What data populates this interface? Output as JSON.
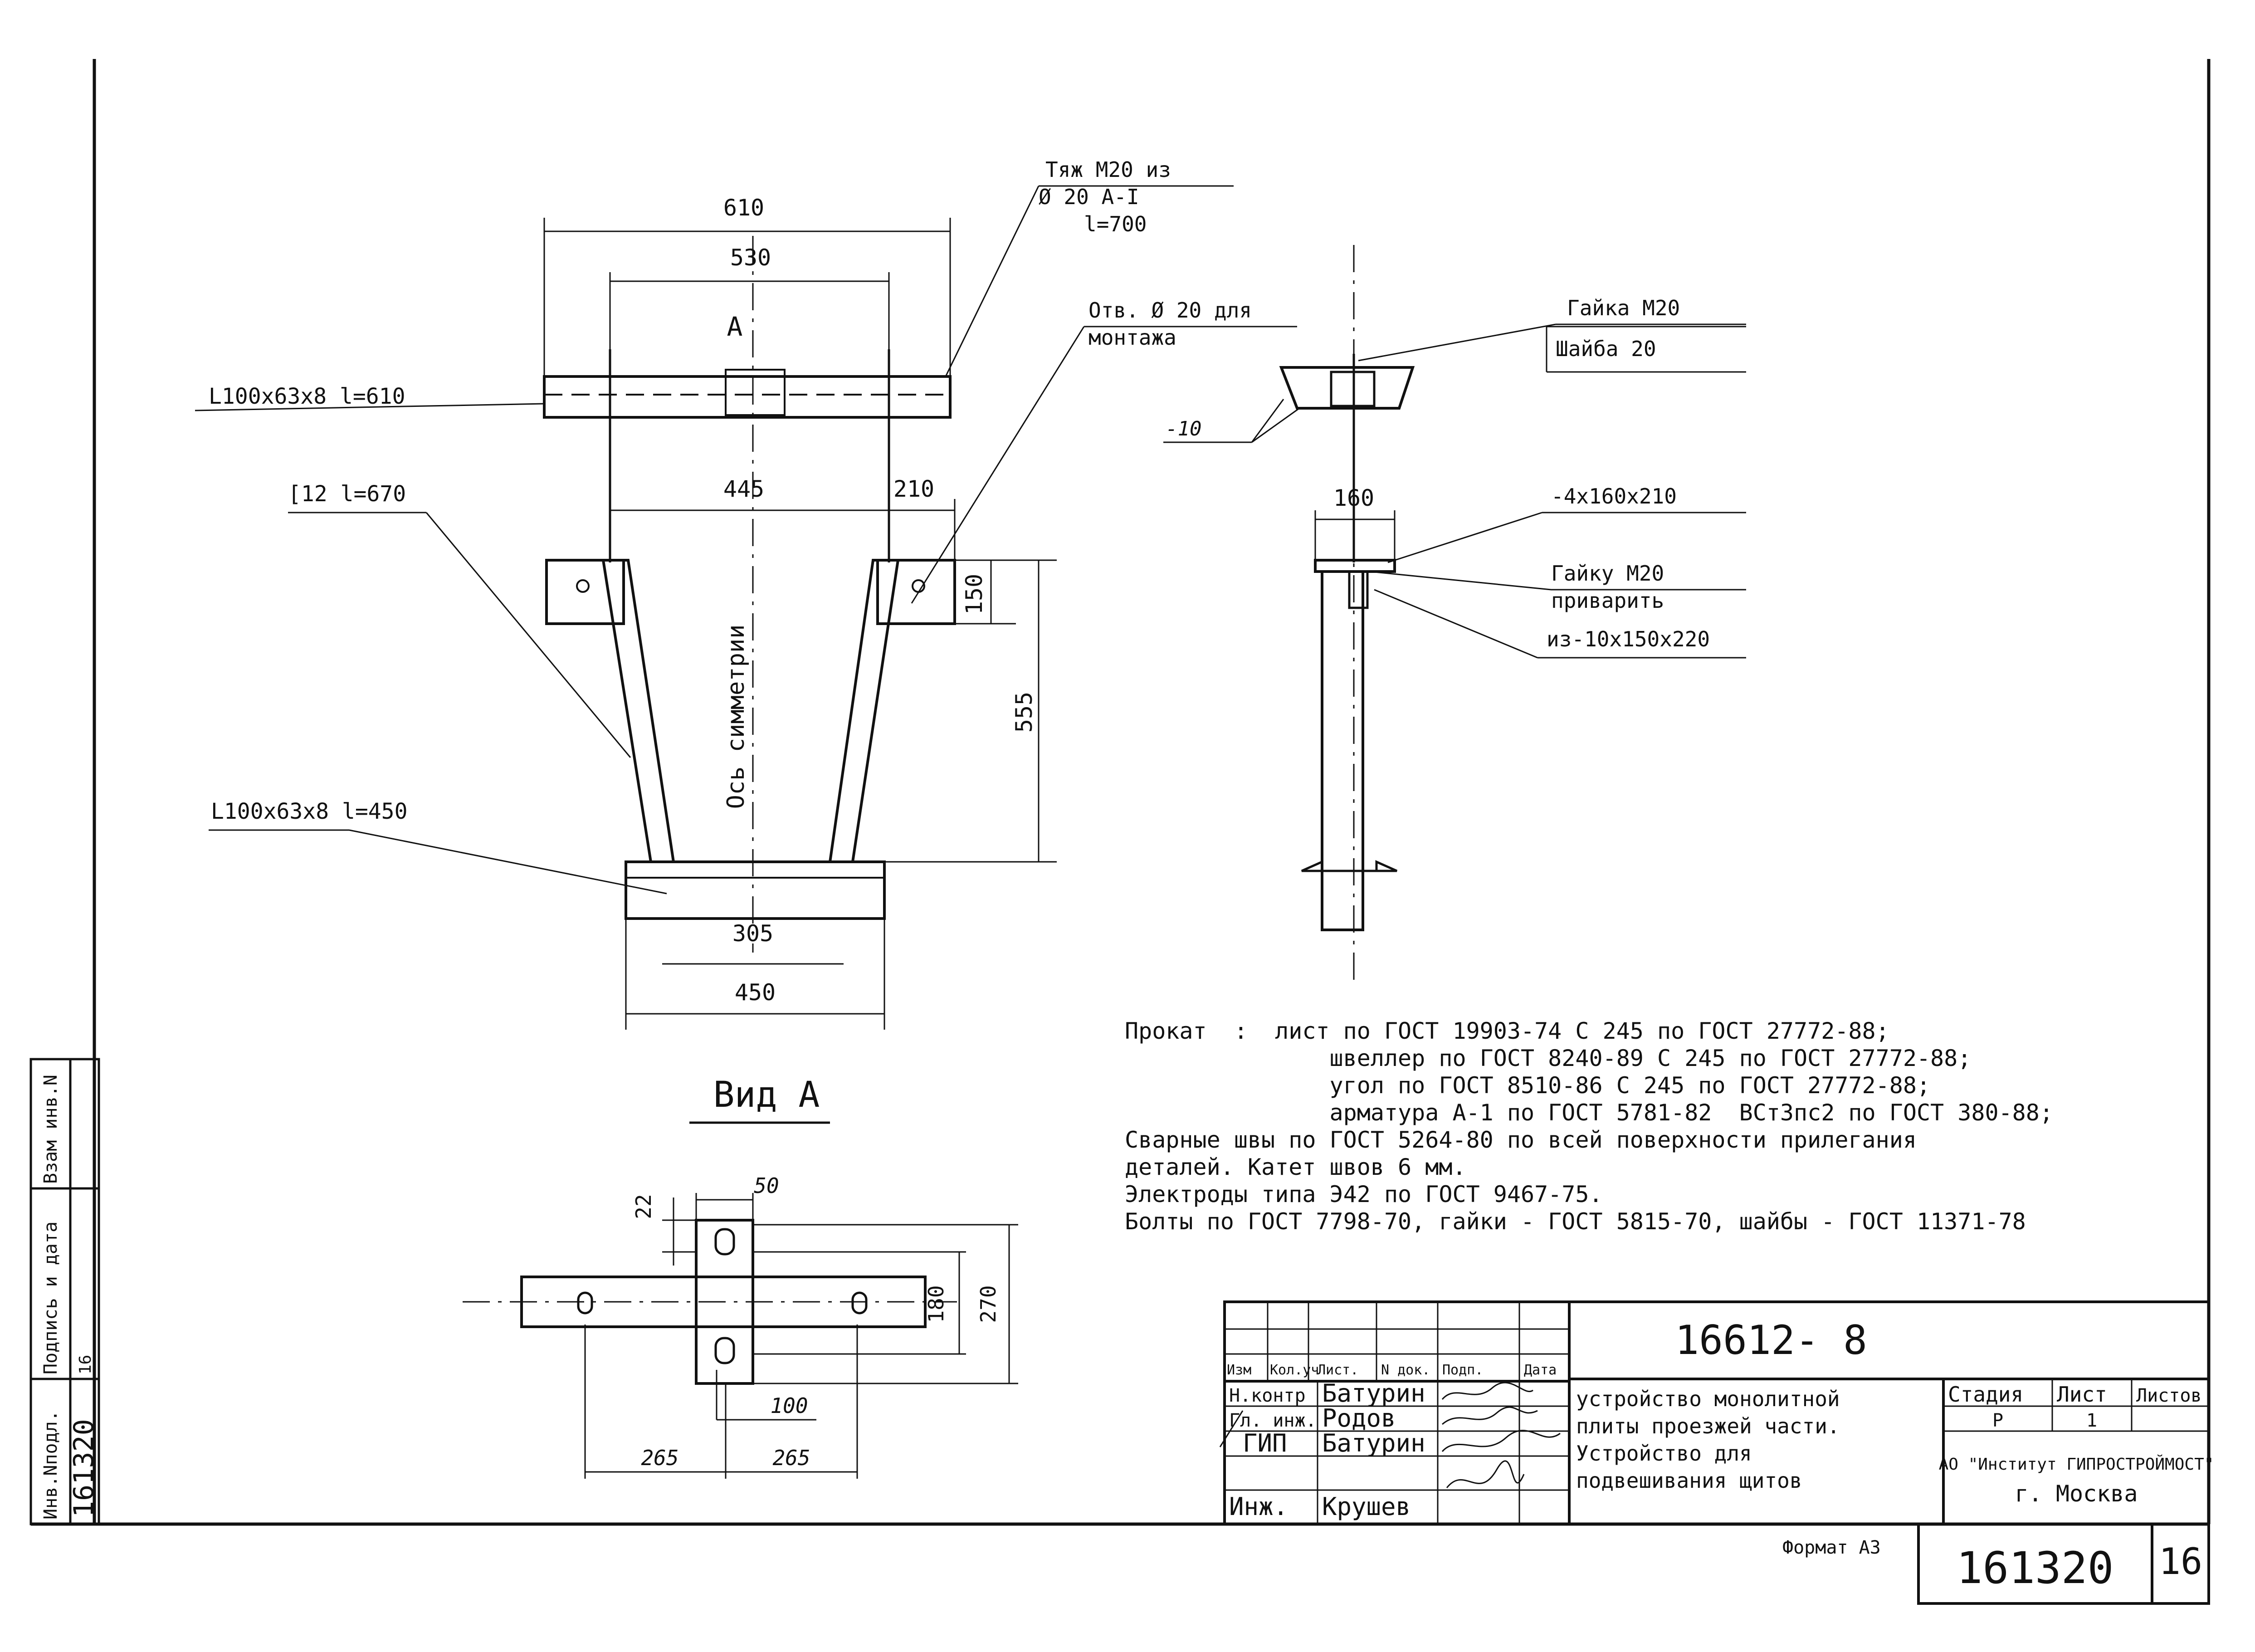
{
  "front_view": {
    "dim_top_overall": "610",
    "dim_top_bolts": "530",
    "view_marker": "A",
    "dim_inner": "445",
    "dim_right_offset": "210",
    "dim_bottom_inner": "305",
    "dim_bottom_overall": "450",
    "dim_vertical_short": "150",
    "dim_vertical_total": "555",
    "axis_label": "Ось симметрии",
    "label_top_angle": "L100x63x8 l=610",
    "label_channel": "[12 l=670",
    "label_bottom_angle": "L100x63x8 l=450",
    "label_rod_line1": "Тяж М20 из",
    "label_rod_line2": "Ø 20 A-I",
    "label_rod_line3": "l=700",
    "label_hole_line1": "Отв. Ø 20 для",
    "label_hole_line2": "монтажа"
  },
  "side_view": {
    "label_nut": "Гайка М20",
    "label_washer": "Шайба 20",
    "label_plate_thickness": "-10",
    "dim_width": "160",
    "label_plate": "-4x160x210",
    "label_weld_nut_line1": "Гайку М20",
    "label_weld_nut_line2": "приварить",
    "label_weld_nut_line3": "из-10x150x220"
  },
  "view_a": {
    "title": "Вид А",
    "dim_top_small": "22",
    "dim_top_width": "50",
    "dim_height_inner": "180",
    "dim_height_total": "270",
    "dim_bottom_width": "100",
    "dim_left": "265",
    "dim_right": "265"
  },
  "notes": [
    "Прокат  :  лист по ГОСТ 19903-74 С 245 по ГОСТ 27772-88;",
    "               швеллер по ГОСТ 8240-89 С 245 по ГОСТ 27772-88;",
    "               угол по ГОСТ 8510-86 С 245 по ГОСТ 27772-88;",
    "               арматура А-1 по ГОСТ 5781-82  ВСт3пс2 по ГОСТ 380-88;",
    "Сварные швы по ГОСТ 5264-80 по всей поверхности прилегания",
    "деталей. Катет швов 6 мм.",
    "Электроды типа Э42 по ГОСТ 9467-75.",
    "Болты по ГОСТ 7798-70, гайки - ГОСТ 5815-70, шайбы - ГОСТ 11371-78"
  ],
  "title_block": {
    "doc_number": "16612- 8",
    "headers": [
      "Изм",
      "Кол.уч",
      "Лист.",
      "N док.",
      "Подп.",
      "Дата"
    ],
    "rows": [
      {
        "role": "Н.контр",
        "name": "Батурин"
      },
      {
        "role": "Гл. инж.",
        "name": "Родов"
      },
      {
        "role": "ГИП",
        "name": "Батурин"
      },
      {
        "role": "Инж.",
        "name": "Крушев"
      }
    ],
    "description_lines": [
      "устройство монолитной",
      "плиты проезжей части.",
      "Устройство для",
      "подвешивания щитов"
    ],
    "stage_header": "Стадия",
    "sheet_header": "Лист",
    "sheets_header": "Листов",
    "stage_value": "Р",
    "sheet_value": "1",
    "sheets_value": "",
    "org_line1": "АО \"Институт ГИПРОСТРОЙМОСТ\"",
    "org_line2": "г. Москва"
  },
  "side_stamp": {
    "label_inv_podl": "Инв.Nподл.",
    "label_sign_date": "Подпись и дата",
    "label_vzam": "Взам инв.N",
    "value_inv": "161320",
    "value_sign": "16"
  },
  "footer": {
    "format": "Формат А3",
    "archive_number": "161320",
    "page": "16"
  }
}
